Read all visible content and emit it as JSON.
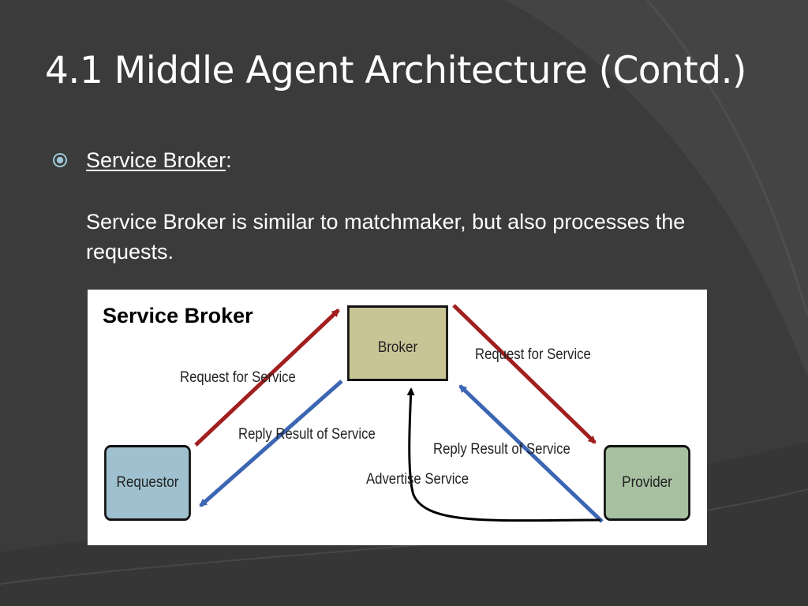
{
  "slide": {
    "title": "4.1 Middle Agent Architecture (Contd.)",
    "bullet": {
      "icon": "circle-bullet-icon",
      "heading": "Service Broker",
      "heading_suffix": ":",
      "body": "Service Broker is similar to matchmaker, but also processes the requests."
    }
  },
  "diagram": {
    "title": "Service Broker",
    "nodes": {
      "broker": "Broker",
      "requestor": "Requestor",
      "provider": "Provider"
    },
    "edges": {
      "request_to_broker": "Request for Service",
      "reply_to_requestor": "Reply Result of Service",
      "request_to_provider": "Request for Service",
      "reply_to_broker": "Reply Result of Service",
      "advertise": "Advertise Service"
    },
    "colors": {
      "request_arrow": "#a11f1f",
      "reply_arrow": "#3c66b3",
      "advertise_arrow": "#000000",
      "broker_fill": "#c9c495",
      "requestor_fill": "#9fc1cf",
      "provider_fill": "#a6c0a0"
    }
  }
}
